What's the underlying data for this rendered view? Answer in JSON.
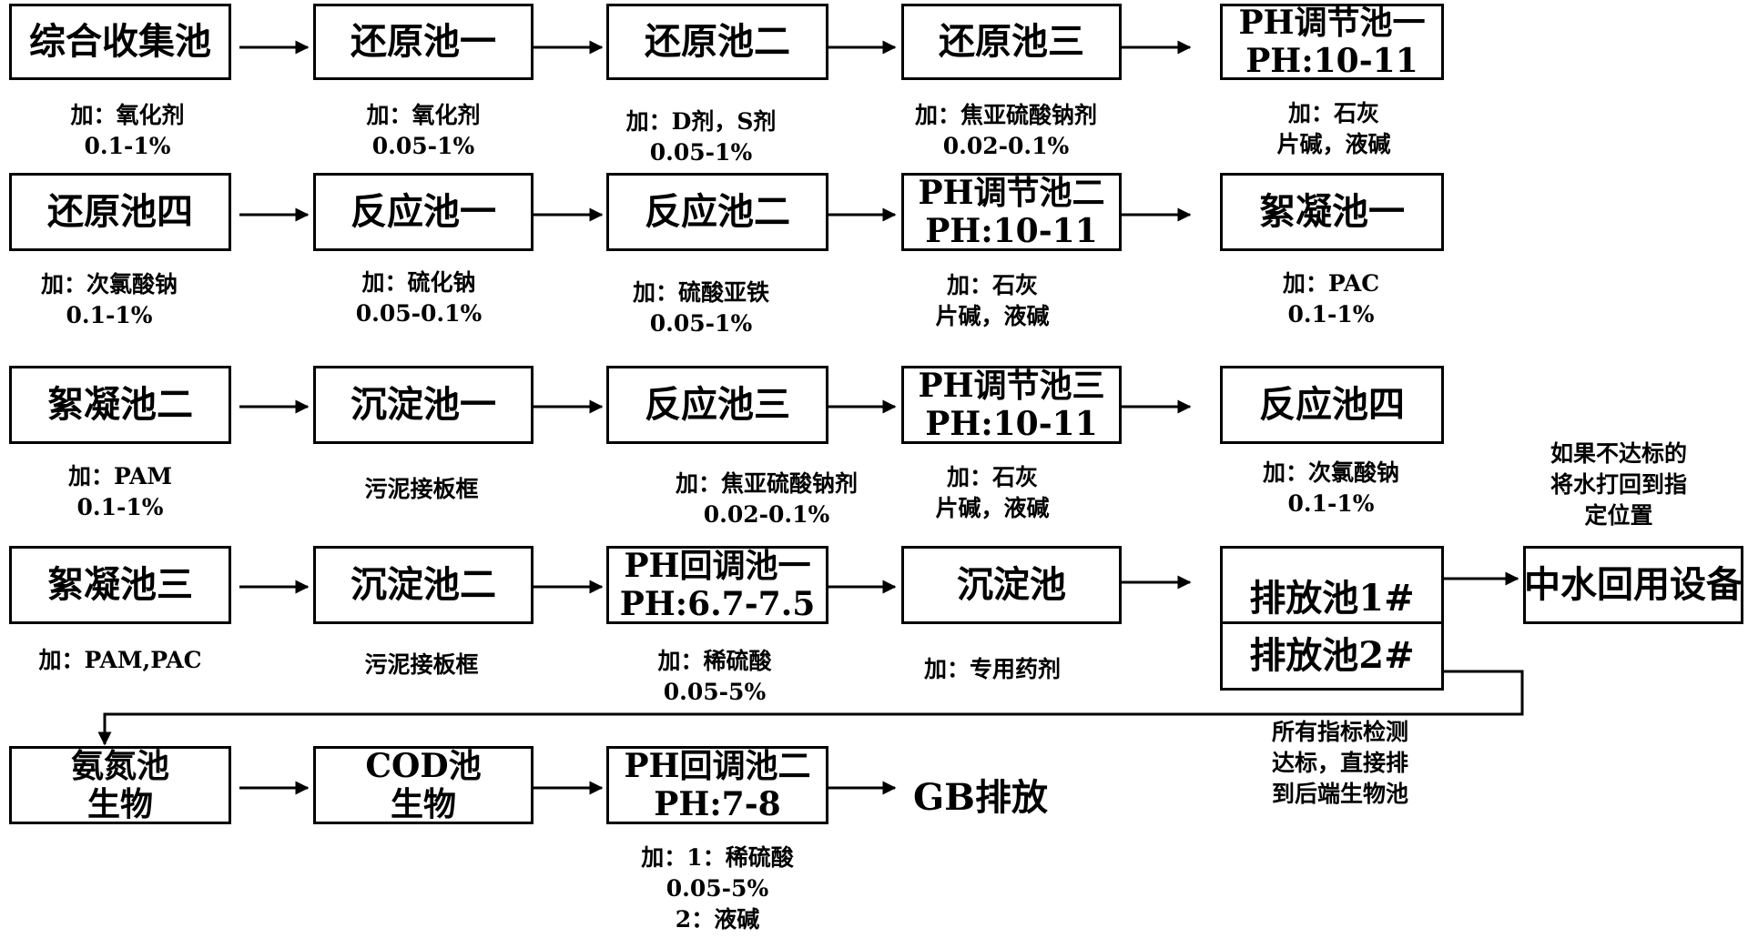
{
  "boxes": {
    "r1c1": "综合收集池",
    "r1c2": "还原池一",
    "r1c3": "还原池二",
    "r1c4": "还原池三",
    "r1c5": [
      "PH调节池一",
      "PH:10-11"
    ],
    "r2c1": "还原池四",
    "r2c2": "反应池一",
    "r2c3": "反应池二",
    "r2c4": [
      "PH调节池二",
      "PH:10-11"
    ],
    "r2c5": "絮凝池一",
    "r3c1": "絮凝池二",
    "r3c2": "沉淀池一",
    "r3c3": "反应池三",
    "r3c4": [
      "PH调节池三",
      "PH:10-11"
    ],
    "r3c5": "反应池四",
    "r4c1": "絮凝池三",
    "r4c2": "沉淀池二",
    "r4c3": [
      "PH回调池一",
      "PH:6.7-7.5"
    ],
    "r4c4": "沉淀池",
    "r4c5a": "排放池1#",
    "r4c5b": "排放池2#",
    "r4c6": "中水回用设备",
    "r5c1": [
      "氨氮池",
      "生物"
    ],
    "r5c2": [
      "COD池",
      "生物"
    ],
    "r5c3": [
      "PH回调池二",
      "PH:7-8"
    ]
  },
  "outputs": {
    "gb_discharge": "GB排放"
  },
  "notes": {
    "r1c1": [
      "加：氧化剂",
      "0.1-1%"
    ],
    "r1c2": [
      "加：氧化剂",
      "0.05-1%"
    ],
    "r1c3": [
      "加：D剂，S剂",
      "0.05-1%"
    ],
    "r1c4": [
      "加：焦亚硫酸钠剂",
      "0.02-0.1%"
    ],
    "r1c5": [
      "加：石灰",
      "片碱，液碱"
    ],
    "r2c1": [
      "加：次氯酸钠",
      "0.1-1%"
    ],
    "r2c2": [
      "加：硫化钠",
      "0.05-0.1%"
    ],
    "r2c3": [
      "加：硫酸亚铁",
      "0.05-1%"
    ],
    "r2c4": [
      "加：石灰",
      "片碱，液碱"
    ],
    "r2c5": [
      "加：PAC",
      "0.1-1%"
    ],
    "r3c1": [
      "加：PAM",
      "0.1-1%"
    ],
    "r3c2": [
      "污泥接板框"
    ],
    "r3c3": [
      "加：焦亚硫酸钠剂",
      "0.02-0.1%"
    ],
    "r3c4": [
      "加：石灰",
      "片碱，液碱"
    ],
    "r3c5": [
      "加：次氯酸钠",
      "0.1-1%"
    ],
    "r4c1": [
      "加：PAM,PAC"
    ],
    "r4c2": [
      "污泥接板框"
    ],
    "r4c3": [
      "加：稀硫酸",
      "0.05-5%"
    ],
    "r4c4": [
      "加：专用药剂"
    ],
    "r5c3": [
      "加：1：稀硫酸",
      "0.05-5%",
      "2：液碱"
    ],
    "reuse_condition": [
      "如果不达标的",
      "将水打回到指",
      "定位置"
    ],
    "bio_condition": [
      "所有指标检测",
      "达标，直接排",
      "到后端生物池"
    ]
  }
}
